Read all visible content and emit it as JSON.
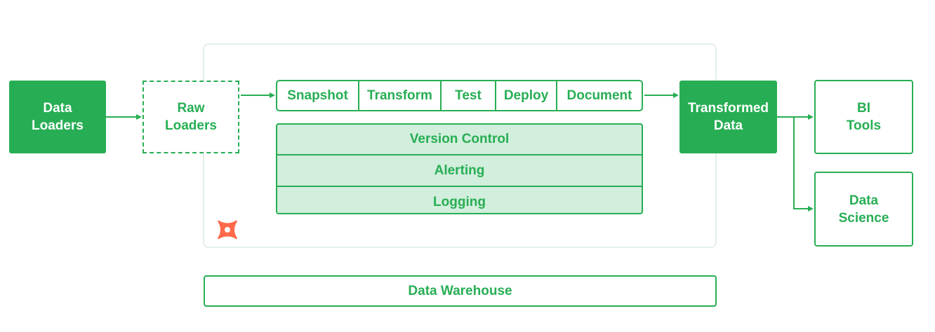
{
  "nodes": {
    "data_loaders": [
      "Data",
      "Loaders"
    ],
    "raw_loaders": [
      "Raw",
      "Loaders"
    ],
    "transformed_data": [
      "Transformed",
      "Data"
    ],
    "bi_tools": [
      "BI",
      "Tools"
    ],
    "data_science": [
      "Data",
      "Science"
    ],
    "data_warehouse": "Data Warehouse"
  },
  "steps": [
    "Snapshot",
    "Transform",
    "Test",
    "Deploy",
    "Document"
  ],
  "services": [
    "Version Control",
    "Alerting",
    "Logging"
  ],
  "colors": {
    "accent": "#27ae54",
    "light_fill": "#d2eedc",
    "frame": "#e4efe8",
    "logo": "#ff694a"
  },
  "icons": {
    "logo": "dbt-logo-icon"
  }
}
